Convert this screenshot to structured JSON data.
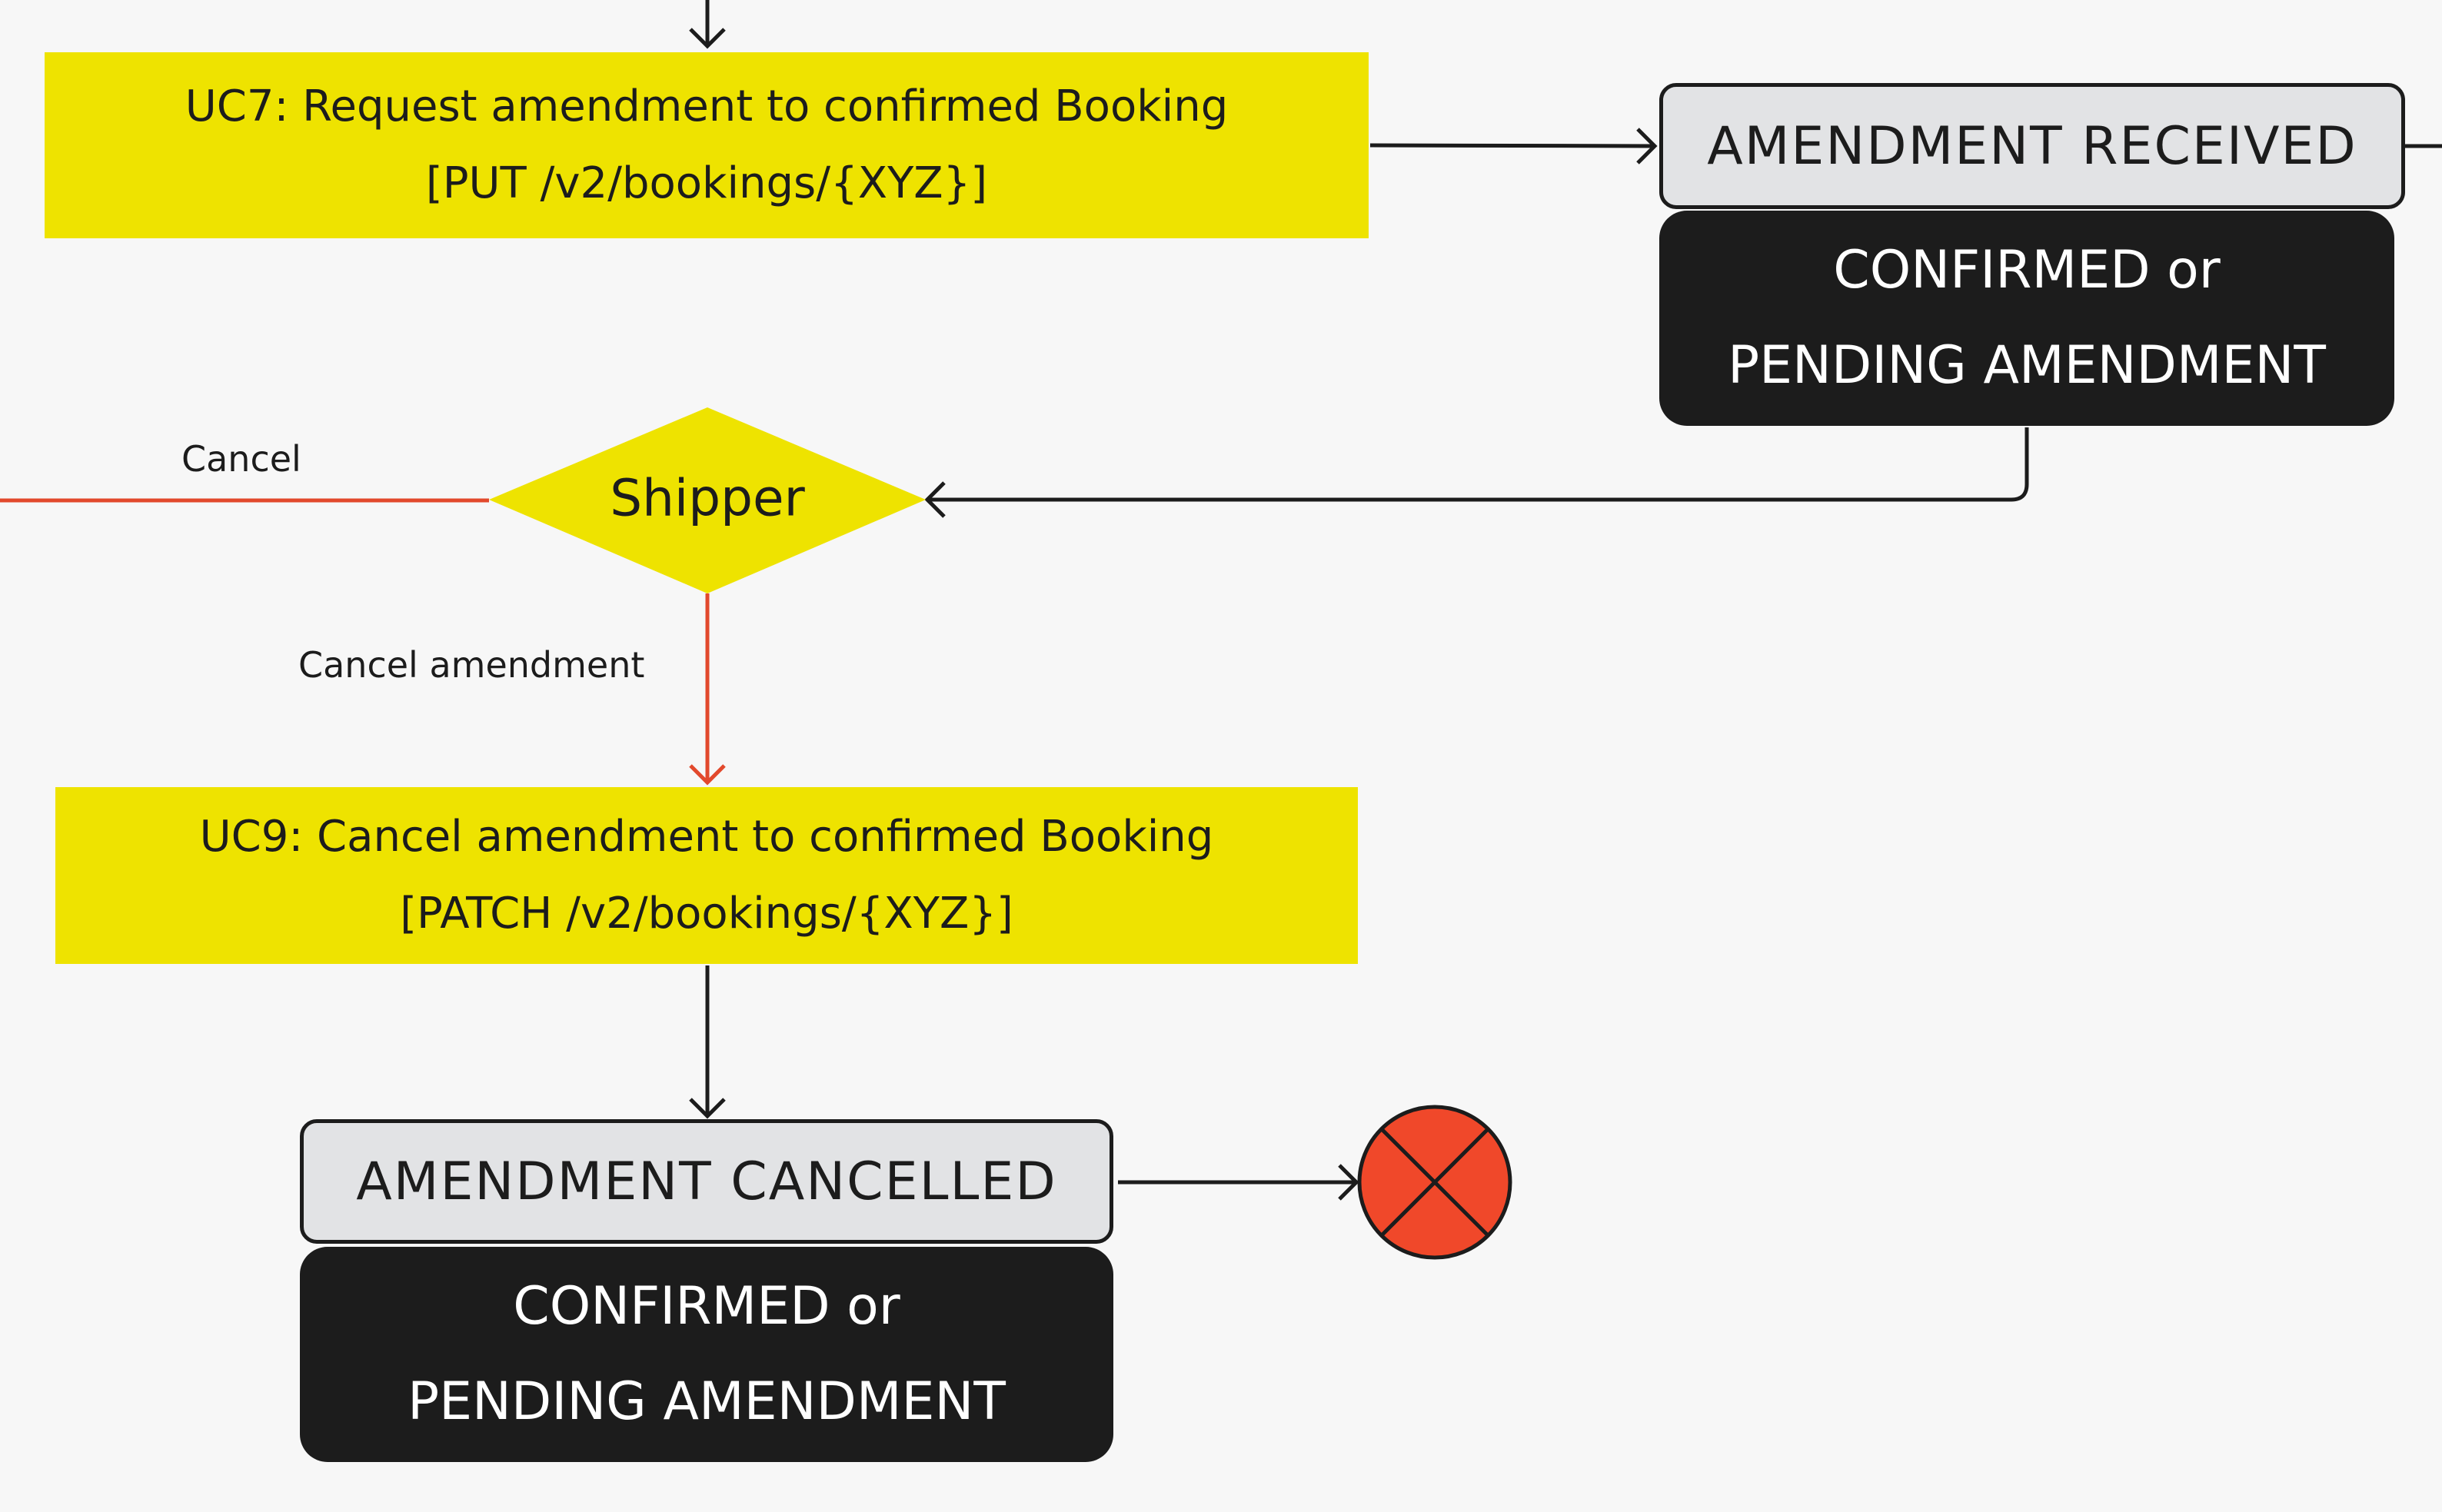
{
  "nodes": {
    "uc7": {
      "line1": "UC7: Request amendment to confirmed Booking",
      "line2": "[PUT /v2/bookings/{XYZ}]"
    },
    "amendment_received": {
      "status": "AMENDMENT RECEIVED",
      "state_line1": "CONFIRMED or",
      "state_line2": "PENDING AMENDMENT"
    },
    "shipper_decision": "Shipper",
    "uc9": {
      "line1": "UC9: Cancel amendment to confirmed Booking",
      "line2": "[PATCH /v2/bookings/{XYZ}]"
    },
    "amendment_cancelled": {
      "status": "AMENDMENT CANCELLED",
      "state_line1": "CONFIRMED or",
      "state_line2": "PENDING AMENDMENT"
    }
  },
  "edges": {
    "cancel_label": "Cancel",
    "cancel_amendment_label": "Cancel amendment"
  },
  "colors": {
    "action_fill": "#eee300",
    "state_light": "#e2e3e5",
    "state_dark": "#1c1c1c",
    "cancel_line": "#e2492c",
    "end_node": "#f0482a",
    "background": "#f7f7f7"
  },
  "icons": {
    "end": "end-state-cross-circle-icon"
  }
}
